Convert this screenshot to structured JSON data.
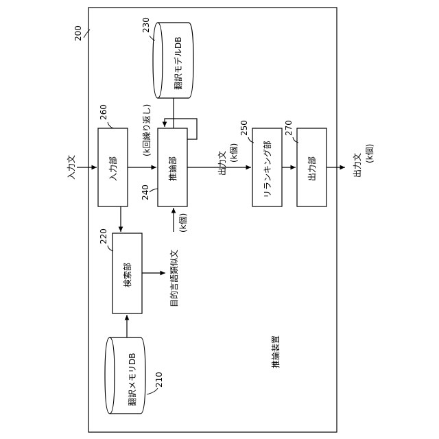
{
  "device": {
    "id": "200",
    "name": "推論装置"
  },
  "blocks": {
    "input_unit": {
      "id": "260",
      "label": "入力部"
    },
    "inference_unit": {
      "id": "240",
      "label": "推論部"
    },
    "reranking_unit": {
      "id": "250",
      "label": "リランキング部"
    },
    "output_unit": {
      "id": "270",
      "label": "出力部"
    },
    "search_unit": {
      "id": "220",
      "label": "検索部"
    }
  },
  "databases": {
    "translation_model_db": {
      "id": "230",
      "label": "翻訳モデルDB"
    },
    "translation_memory_db": {
      "id": "210",
      "label": "翻訳メモリDB"
    }
  },
  "signals": {
    "input_sentence": "入力文",
    "repeat_k": "(k回繰り返し)",
    "output_sentence_1": "出力文",
    "k_count_1": "(k個)",
    "output_sentence_2": "出力文",
    "k_count_2": "(k個)",
    "k_count_3": "(k個)",
    "similar_sentence": "目的言語類似文"
  }
}
